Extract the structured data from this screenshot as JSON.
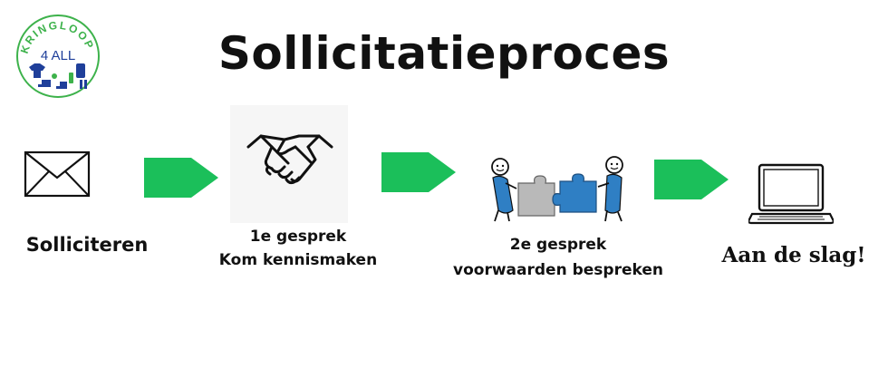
{
  "title": "Sollicitatieproces",
  "logo": {
    "ring_text": "KRINGLOOP",
    "center_text": "4 ALL"
  },
  "steps": [
    {
      "icon": "envelope-icon",
      "lines": [
        "Solliciteren"
      ]
    },
    {
      "icon": "handshake-icon",
      "lines": [
        "1e gesprek",
        "Kom kennismaken"
      ]
    },
    {
      "icon": "puzzle-people-icon",
      "lines": [
        "2e gesprek",
        "voorwaarden bespreken"
      ]
    },
    {
      "icon": "laptop-icon",
      "lines": [
        "Aan de slag!"
      ]
    }
  ],
  "colors": {
    "arrow": "#1bbf5a",
    "logo_green": "#3db24b",
    "logo_blue": "#1f3f9a",
    "puzzle_blue": "#2f7fc4",
    "puzzle_grey": "#b9b9b9"
  }
}
